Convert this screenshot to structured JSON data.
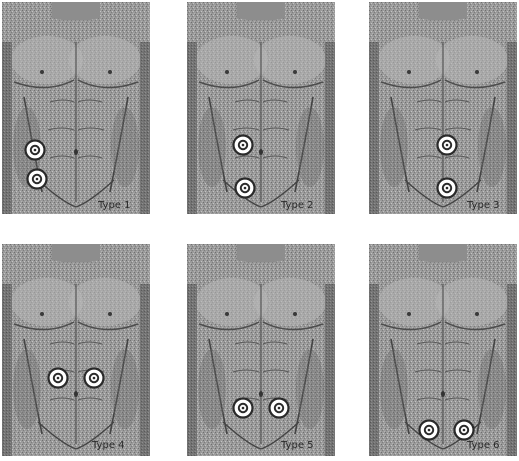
{
  "panels": [
    {
      "caption": "Type 1",
      "electrodes": 2
    },
    {
      "caption": "Type 2",
      "electrodes": 2
    },
    {
      "caption": "Type 3",
      "electrodes": 2
    },
    {
      "caption": "Type 4",
      "electrodes": 2
    },
    {
      "caption": "Type 5",
      "electrodes": 2
    },
    {
      "caption": "Type 6",
      "electrodes": 2
    }
  ]
}
